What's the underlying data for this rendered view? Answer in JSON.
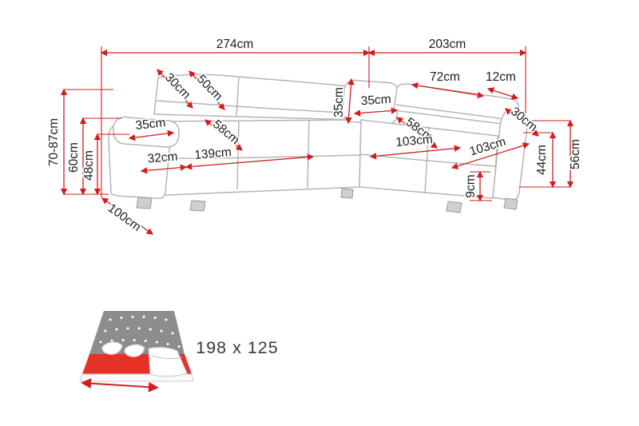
{
  "diagram": {
    "type": "corner-sofa-dimension-drawing",
    "accent_color": "#d21d1d",
    "outline_color": "#b5b5b5",
    "text_color": "#1c1c1c"
  },
  "dimensions": {
    "overall_width_left": "274cm",
    "overall_width_right": "203cm",
    "backrest_depth_top": "30cm",
    "backrest_height": "50cm",
    "armrest_pad_width": "35cm",
    "seat_depth_left": "58cm",
    "seat_width_left": "139cm",
    "armrest_front_width": "32cm",
    "corner_cushion_height": "35cm",
    "corner_cushion_width": "35cm",
    "right_back_width": "72cm",
    "right_back_depth": "12cm",
    "seat_depth_right": "58cm",
    "chaise_seat_width": "103cm",
    "chaise_length": "103cm",
    "right_armrest_width": "30cm",
    "leg_height": "9cm",
    "overall_height_range": "70-87cm",
    "armrest_height": "60cm",
    "seat_height": "48cm",
    "right_back_height": "56cm",
    "right_armrest_height": "44cm",
    "overall_depth": "100cm"
  },
  "sleeping_area": {
    "icon": "bed-sleeping-area-icon",
    "label": "198 x 125"
  }
}
